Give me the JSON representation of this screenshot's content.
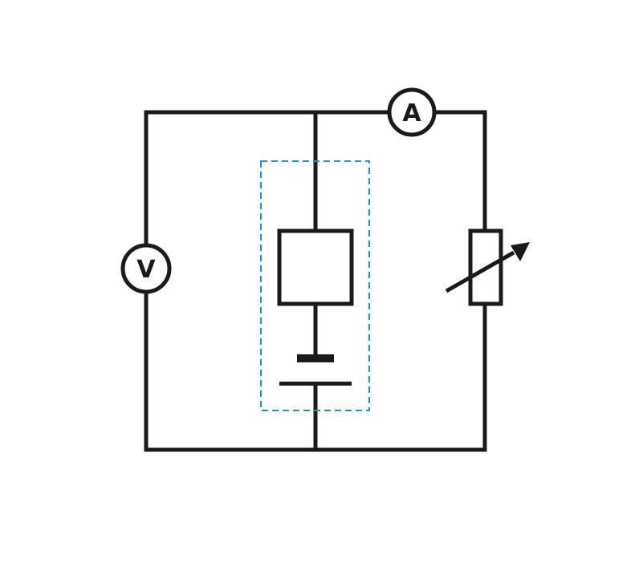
{
  "diagram": {
    "type": "circuit",
    "components": {
      "voltmeter": {
        "label": "V",
        "symbol": "voltmeter-icon"
      },
      "ammeter": {
        "label": "A",
        "symbol": "ammeter-icon"
      },
      "unknown_component": {
        "symbol": "rectangle-box"
      },
      "cell": {
        "symbol": "cell-icon"
      },
      "variable_resistor": {
        "symbol": "variable-resistor-icon"
      }
    },
    "colors": {
      "wire": "#1a1a1a",
      "dashed_enclosure": "#2a8fc0"
    }
  }
}
